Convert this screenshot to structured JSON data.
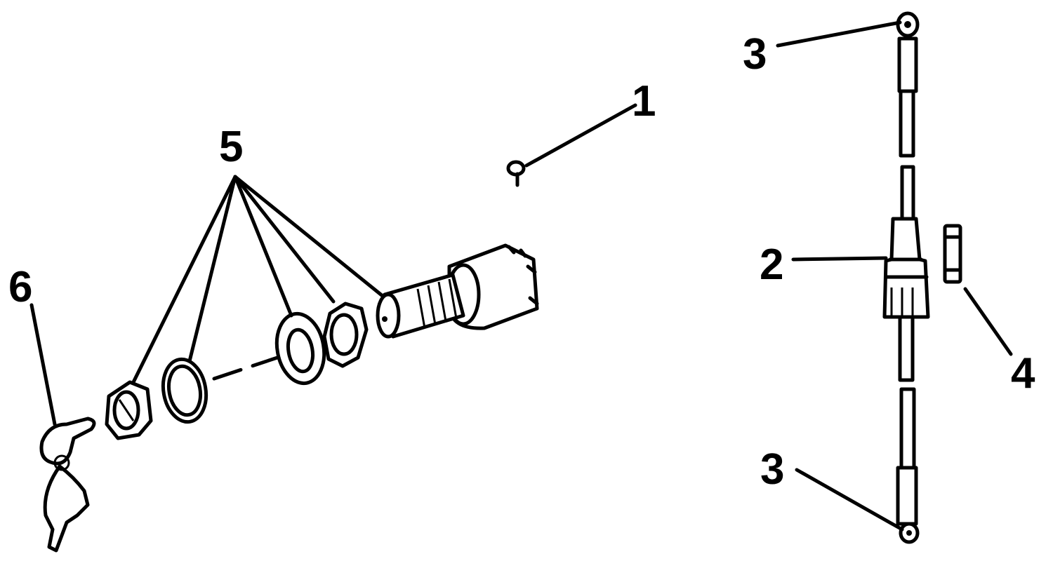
{
  "diagram": {
    "callouts": {
      "c1": "1",
      "c2": "2",
      "c3_top": "3",
      "c3_bottom": "3",
      "c4": "4",
      "c5": "5",
      "c6": "6"
    },
    "colors": {
      "ink": "#000000",
      "paper": "#ffffff"
    }
  }
}
